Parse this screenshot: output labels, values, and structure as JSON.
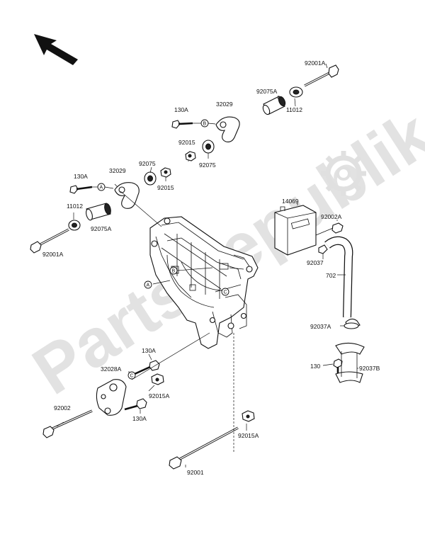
{
  "watermark": {
    "text": "PartsRepublik"
  },
  "labels": {
    "l_92001A_top": "92001A",
    "l_92075A_top": "92075A",
    "l_11012_top": "11012",
    "l_32029_top": "32029",
    "l_130A_top": "130A",
    "l_92015_top": "92015",
    "l_92075_top": "92075",
    "l_92075_mid": "92075",
    "l_92015_mid": "92015",
    "l_130A_mid": "130A",
    "l_32029_mid": "32029",
    "l_11012_mid": "11012",
    "l_92075A_mid": "92075A",
    "l_92001A_mid": "92001A",
    "l_14069": "14069",
    "l_92002A": "92002A",
    "l_92037": "92037",
    "l_702": "702",
    "l_92037A": "92037A",
    "l_130": "130",
    "l_92037B": "92037B",
    "l_130A_low1": "130A",
    "l_32028A": "32028A",
    "l_92015A_low": "92015A",
    "l_92002": "92002",
    "l_130A_low2": "130A",
    "l_92015A_bottom": "92015A",
    "l_92001": "92001"
  },
  "markers": {
    "A": "A",
    "B": "B",
    "C": "C"
  }
}
